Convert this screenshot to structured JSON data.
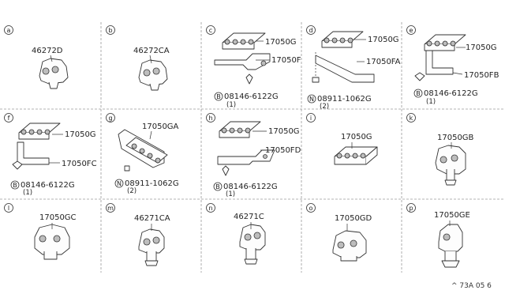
{
  "cells": [
    {
      "letter": "a",
      "labels": [
        "46272D"
      ]
    },
    {
      "letter": "b",
      "labels": [
        "46272CA"
      ]
    },
    {
      "letter": "c",
      "labels": [
        "17050G",
        "17050F"
      ],
      "fastener": {
        "prefix": "B",
        "number": "08146-6122G",
        "qty": "(1)"
      }
    },
    {
      "letter": "d",
      "labels": [
        "17050G",
        "17050FA"
      ],
      "fastener": {
        "prefix": "N",
        "number": "08911-1062G",
        "qty": "(2)"
      }
    },
    {
      "letter": "e",
      "labels": [
        "17050G",
        "17050FB"
      ],
      "fastener": {
        "prefix": "B",
        "number": "08146-6122G",
        "qty": "(1)"
      }
    },
    {
      "letter": "f",
      "labels": [
        "17050G",
        "17050FC"
      ],
      "fastener": {
        "prefix": "B",
        "number": "08146-6122G",
        "qty": "(1)"
      }
    },
    {
      "letter": "g",
      "labels": [
        "17050GA"
      ],
      "fastener": {
        "prefix": "N",
        "number": "08911-1062G",
        "qty": "(2)"
      }
    },
    {
      "letter": "h",
      "labels": [
        "17050G",
        "17050FD"
      ],
      "fastener": {
        "prefix": "B",
        "number": "08146-6122G",
        "qty": "(1)"
      }
    },
    {
      "letter": "i",
      "labels": [
        "17050G"
      ]
    },
    {
      "letter": "k",
      "labels": [
        "17050GB"
      ]
    },
    {
      "letter": "l",
      "labels": [
        "17050GC"
      ]
    },
    {
      "letter": "m",
      "labels": [
        "46271CA"
      ]
    },
    {
      "letter": "n",
      "labels": [
        "46271C"
      ]
    },
    {
      "letter": "o",
      "labels": [
        "17050GD"
      ]
    },
    {
      "letter": "p",
      "labels": [
        "17050GE"
      ]
    }
  ],
  "footer_ref": "^ 73A 05 6"
}
